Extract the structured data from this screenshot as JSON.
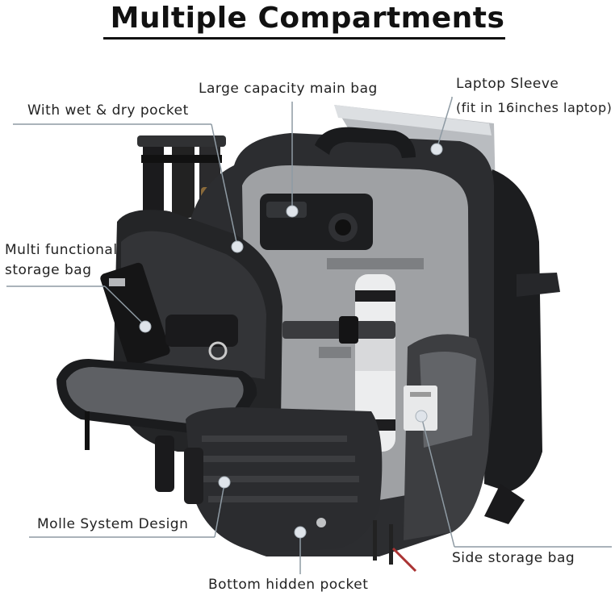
{
  "title": "Multiple Compartments",
  "callouts": {
    "main_bag": "Large capacity main bag",
    "laptop_title": "Laptop Sleeve",
    "laptop_sub": "(fit in 16inches laptop)",
    "wet_dry": "With wet & dry pocket",
    "multi_line1": "Multi functional",
    "multi_line2": "storage bag",
    "molle": "Molle System Design",
    "bottom": "Bottom hidden pocket",
    "side": "Side storage bag"
  },
  "colors": {
    "bag": "#2a2b2e",
    "bag_dark": "#17181a",
    "interior": "#9a9c9f",
    "laptop": "#c9cbce",
    "leader": "#8e9aa3"
  }
}
